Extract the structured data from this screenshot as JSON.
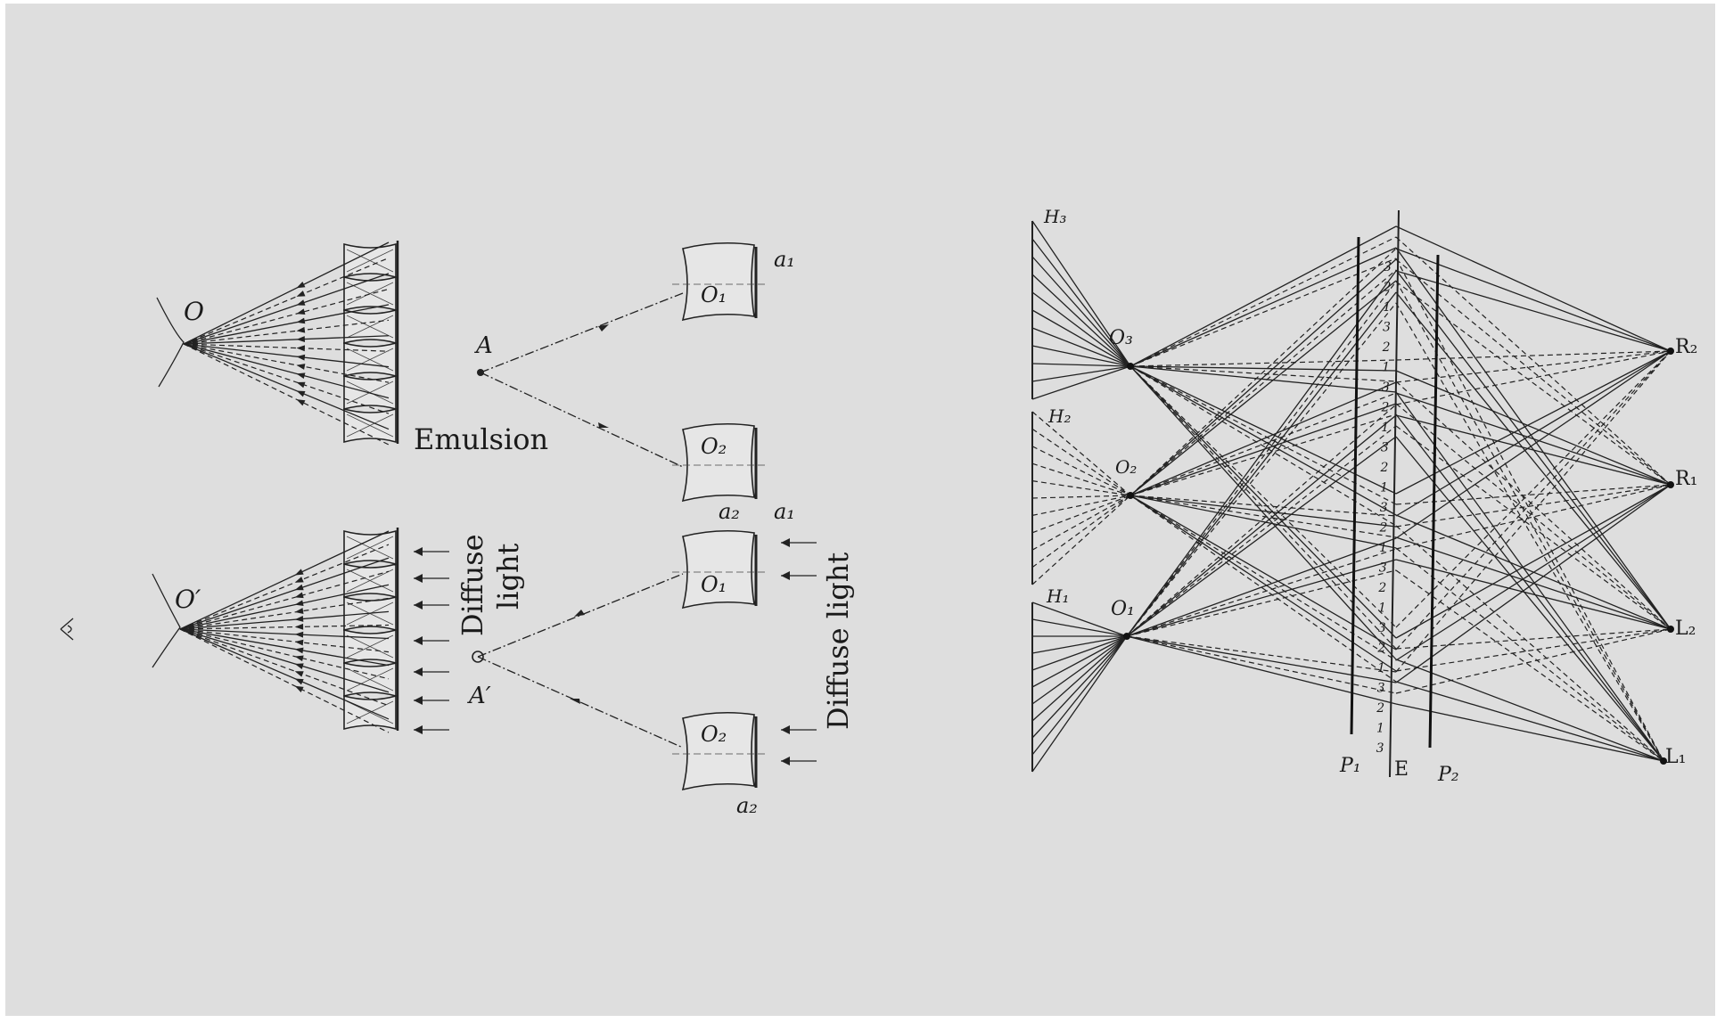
{
  "left_diagram": {
    "labels": {
      "O": "O",
      "O_prime": "O′",
      "A": "A",
      "A_prime": "A′",
      "emulsion": "Emulsion",
      "diffuse_light_1": "Diffuse",
      "diffuse_light_1b": "light",
      "diffuse_light_2": "Diffuse light",
      "lens_top_1": "O₁",
      "lens_top_2": "O₂",
      "lens_bot_1": "O₁",
      "lens_bot_2": "O₂",
      "a1_top": "a₁",
      "a2_top": "a₂",
      "a1_bot": "a₁",
      "a2_bot": "a₂"
    },
    "icons": {
      "eye": "eye-icon"
    }
  },
  "right_diagram": {
    "labels": {
      "H3": "H₃",
      "H2": "H₂",
      "H1": "H₁",
      "O3": "O₃",
      "O2": "O₂",
      "O1": "O₁",
      "R2": "R₂",
      "R1": "R₁",
      "L2": "L₂",
      "L1": "L₁",
      "P1": "P₁",
      "E": "E",
      "P2": "P₂"
    },
    "screen_numbers": [
      "3",
      "2",
      "1",
      "3",
      "2",
      "1",
      "3",
      "2",
      "1",
      "3",
      "2",
      "1",
      "3",
      "2",
      "1",
      "3",
      "2",
      "1",
      "3",
      "2",
      "1",
      "3",
      "2",
      "1",
      "3"
    ]
  }
}
